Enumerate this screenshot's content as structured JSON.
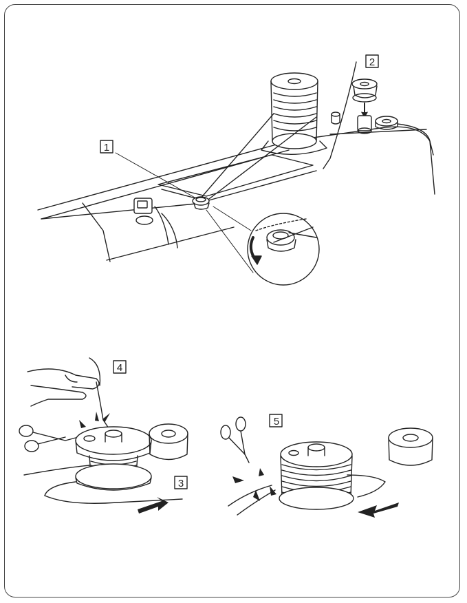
{
  "steps": {
    "s1": "1",
    "s2": "2",
    "s3": "3",
    "s4": "4",
    "s5": "5"
  }
}
